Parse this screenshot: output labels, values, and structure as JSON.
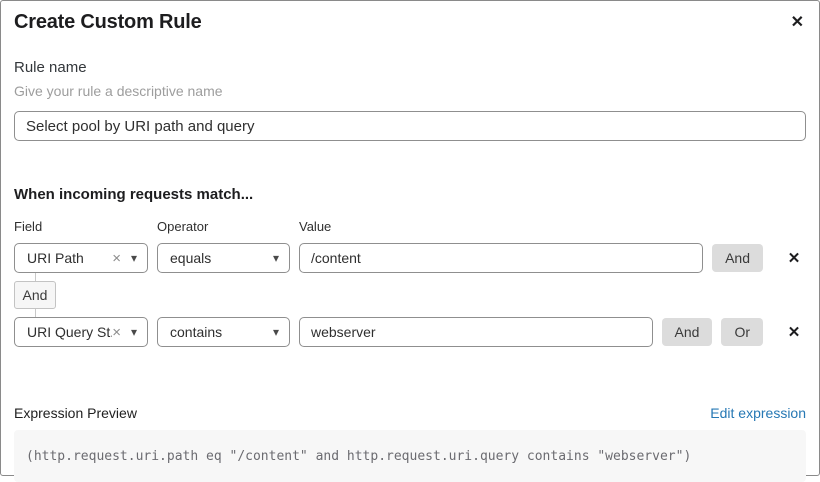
{
  "modal": {
    "title": "Create Custom Rule"
  },
  "icons": {
    "close": "✕",
    "delete": "✕",
    "clear": "×",
    "caret": "▾"
  },
  "rule_name": {
    "label": "Rule name",
    "helper": "Give your rule a descriptive name",
    "value": "Select pool by URI path and query"
  },
  "matcher": {
    "heading": "When incoming requests match...",
    "columns": {
      "field": "Field",
      "operator": "Operator",
      "value": "Value"
    },
    "rows": [
      {
        "field": "URI Path",
        "operator": "equals",
        "value": "/content",
        "buttons": [
          "And"
        ]
      },
      {
        "field": "URI Query St...",
        "operator": "contains",
        "value": "webserver",
        "buttons": [
          "And",
          "Or"
        ]
      }
    ],
    "connector": "And"
  },
  "expression": {
    "label": "Expression Preview",
    "edit_link": "Edit expression",
    "code": "(http.request.uri.path eq \"/content\" and http.request.uri.query contains \"webserver\")"
  },
  "colors": {
    "link_blue": "#2678b4",
    "conj_button_bg": "#dcdcdc",
    "code_bg": "#f7f7f7",
    "input_border": "#8f8f8f"
  }
}
